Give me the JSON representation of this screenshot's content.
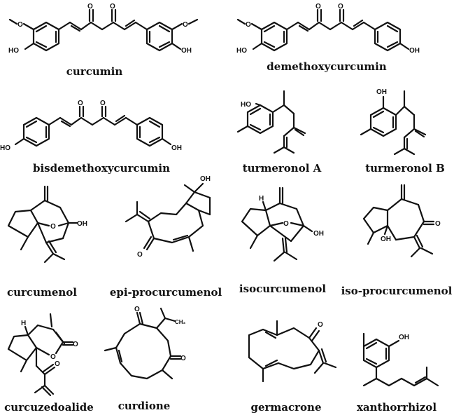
{
  "compounds": [
    {
      "id": "curcumin",
      "name": "curcumin"
    },
    {
      "id": "demethoxycurcumin",
      "name": "demethoxycurcumin"
    },
    {
      "id": "bisdemethoxycurcumin",
      "name": "bisdemethoxycurcumin"
    },
    {
      "id": "turmeronol-a",
      "name": "turmeronol A"
    },
    {
      "id": "turmeronol-b",
      "name": "turmeronol B"
    },
    {
      "id": "curcumenol",
      "name": "curcumenol"
    },
    {
      "id": "epi-procurcumenol",
      "name": "epi-procurcumenol"
    },
    {
      "id": "isocurcumenol",
      "name": "isocurcumenol"
    },
    {
      "id": "iso-procurcumenol",
      "name": "iso-procurcumenol"
    },
    {
      "id": "curcuzedoalide",
      "name": "curcuzedoalide"
    },
    {
      "id": "curdione",
      "name": "curdione"
    },
    {
      "id": "germacrone",
      "name": "germacrone"
    },
    {
      "id": "xanthorrhizol",
      "name": "xanthorrhizol"
    }
  ],
  "atoms": {
    "O": "O",
    "OH": "OH",
    "HO": "HO",
    "H": "H",
    "CH3": "CH₃"
  }
}
